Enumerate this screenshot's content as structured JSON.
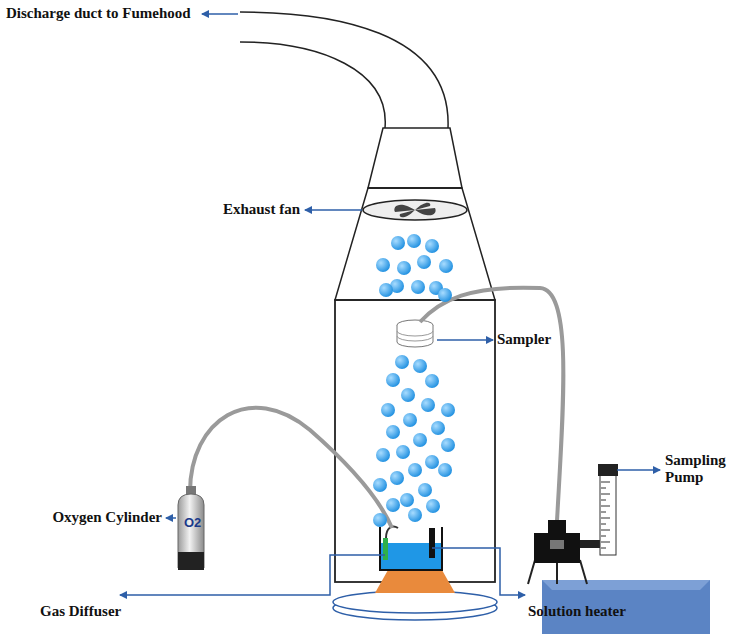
{
  "diagram": {
    "labels": [
      "Discharge duct to Fumehood",
      "Exhaust fan",
      "Sampler",
      "Sampling Pump",
      "Oxygen Cylinder",
      "O2",
      "Gas Diffuser",
      "Solution heater"
    ]
  }
}
